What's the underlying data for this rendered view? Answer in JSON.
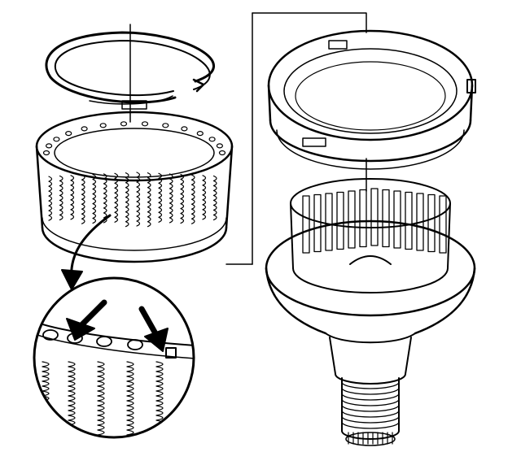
{
  "figure": {
    "kind": "exploded technical line drawing",
    "parts": [
      {
        "name": "snap-ring",
        "icon": "snap-ring-icon"
      },
      {
        "name": "return-spring-assembly",
        "icon": "spring-cage-icon"
      },
      {
        "name": "detail-magnifier",
        "icon": "magnifier-icon"
      },
      {
        "name": "piston-housing",
        "icon": "piston-icon"
      },
      {
        "name": "clutch-housing-hub",
        "icon": "clutch-hub-icon"
      }
    ],
    "colors": {
      "ink": "#000000",
      "paper": "#ffffff"
    },
    "callout_arrows": 3
  }
}
